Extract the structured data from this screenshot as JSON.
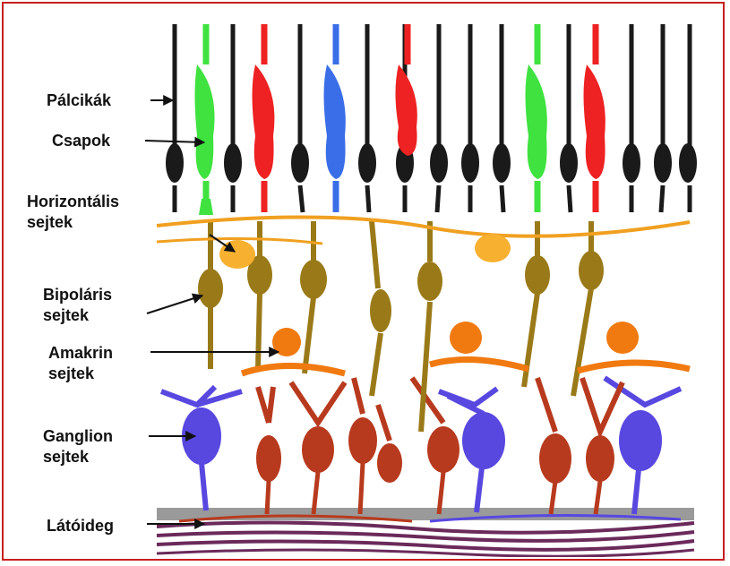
{
  "labels": {
    "palcikak": "Pálcikák",
    "csapok": "Csapok",
    "horizontalis_1": "Horizontális",
    "horizontalis_2": "sejtek",
    "bipolaris_1": "Bipoláris",
    "bipolaris_2": "sejtek",
    "amakrin_1": "Amakrin",
    "amakrin_2": "sejtek",
    "ganglion_1": "Ganglion",
    "ganglion_2": "sejtek",
    "latoideg": "Látóideg"
  },
  "colors": {
    "frame": "#c81e1e",
    "rod": "#1a1a1a",
    "cone_green": "#3fe23f",
    "cone_red": "#ee2222",
    "cone_blue": "#3a6ee8",
    "horizontal": "#f0a020",
    "bipolar": "#9a7a18",
    "amacrine": "#f07a10",
    "ganglion_red": "#b83a1e",
    "ganglion_blue": "#5848e0",
    "optic_nerve": "#6a2a5a"
  }
}
